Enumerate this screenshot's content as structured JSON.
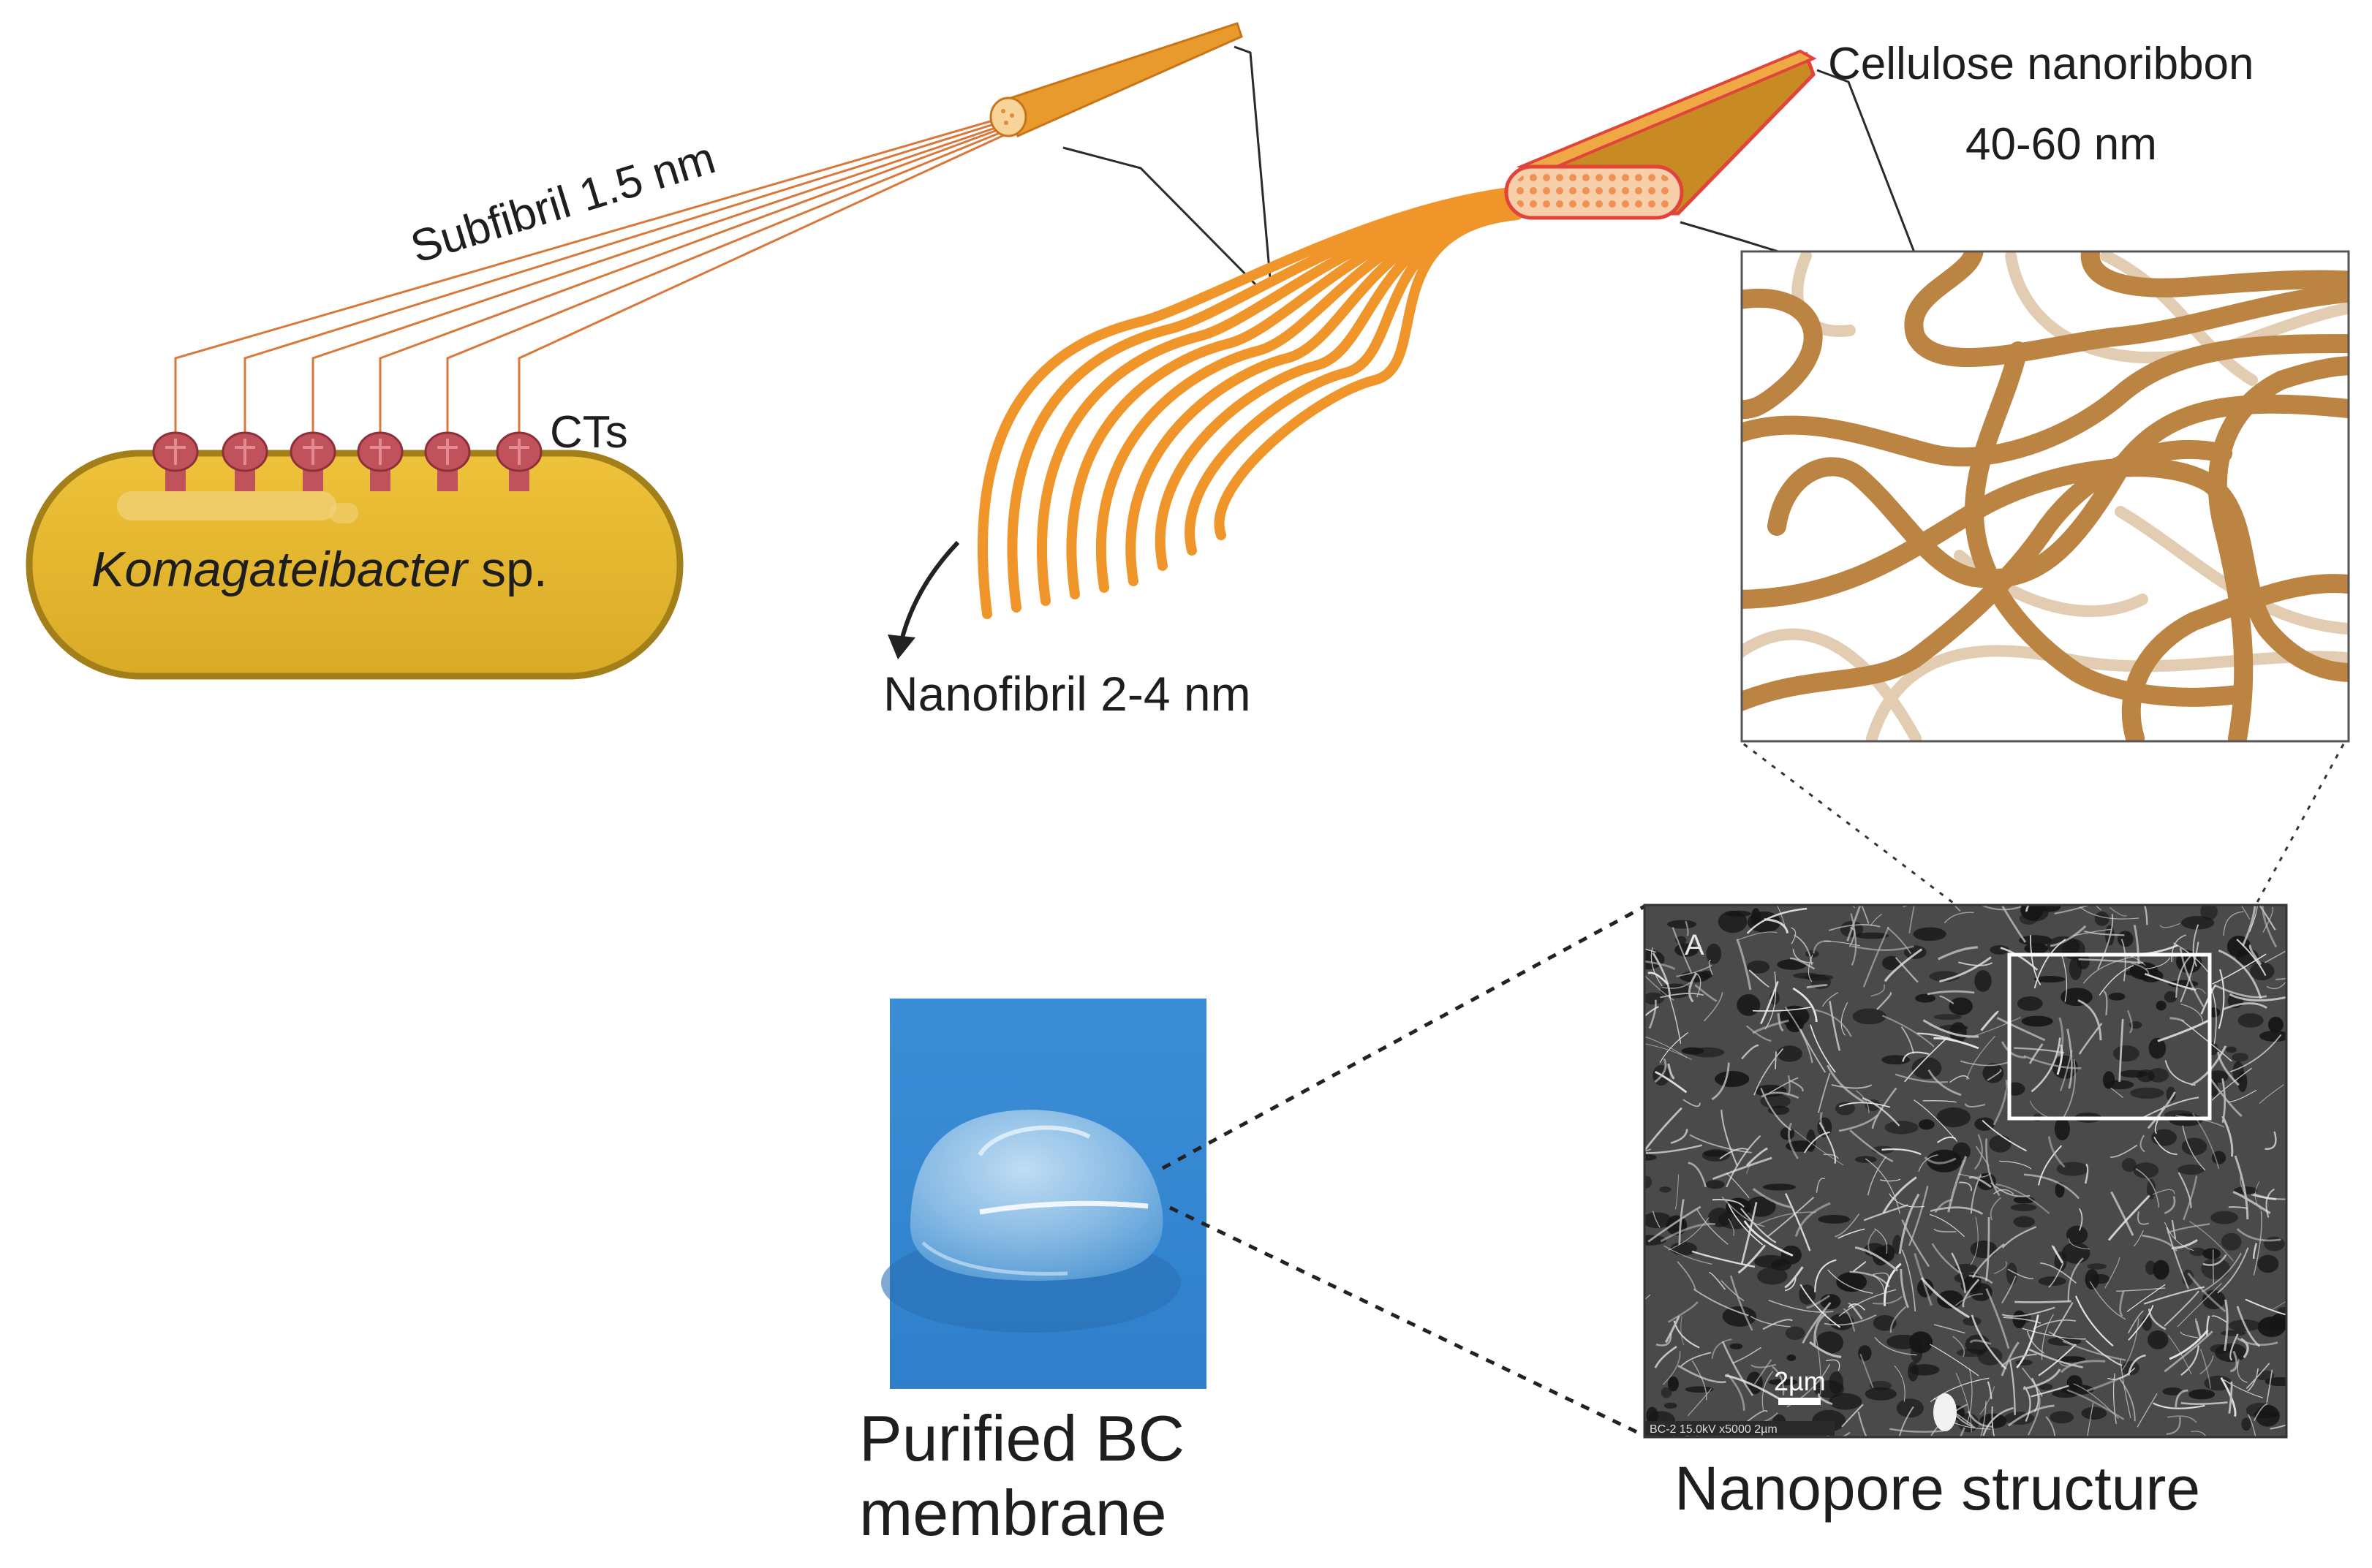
{
  "labels": {
    "bacterium": "Komagateibacter",
    "bacterium_suffix": " sp.",
    "cts": "CTs",
    "subfibril": "Subfibril 1.5 nm",
    "nanofibril": "Nanofibril 2-4 nm",
    "ribbon_line1": "Cellulose nanoribbon",
    "ribbon_line2": "40-60 nm",
    "membrane_line1": "Purified BC",
    "membrane_line2": "membrane",
    "nanopore": "Nanopore structure"
  },
  "sem": {
    "panel_letter": "A",
    "scale_label": "2µm",
    "info_bar": "BC-2  15.0kV  x5000  2µm"
  },
  "colors": {
    "bacterium_fill": "#e2b52e",
    "bacterium_outline": "#a37f1a",
    "ct_fill": "#c0525c",
    "fibril": "#f0952a",
    "ribbon_fill": "#e89a2c",
    "ribbon_edge": "#e0443a",
    "mesh_dark": "#bb8442",
    "mesh_light": "#e3cdb2",
    "membrane_bg": "#3d8fd6",
    "sem_bg": "#4a4a4a"
  }
}
